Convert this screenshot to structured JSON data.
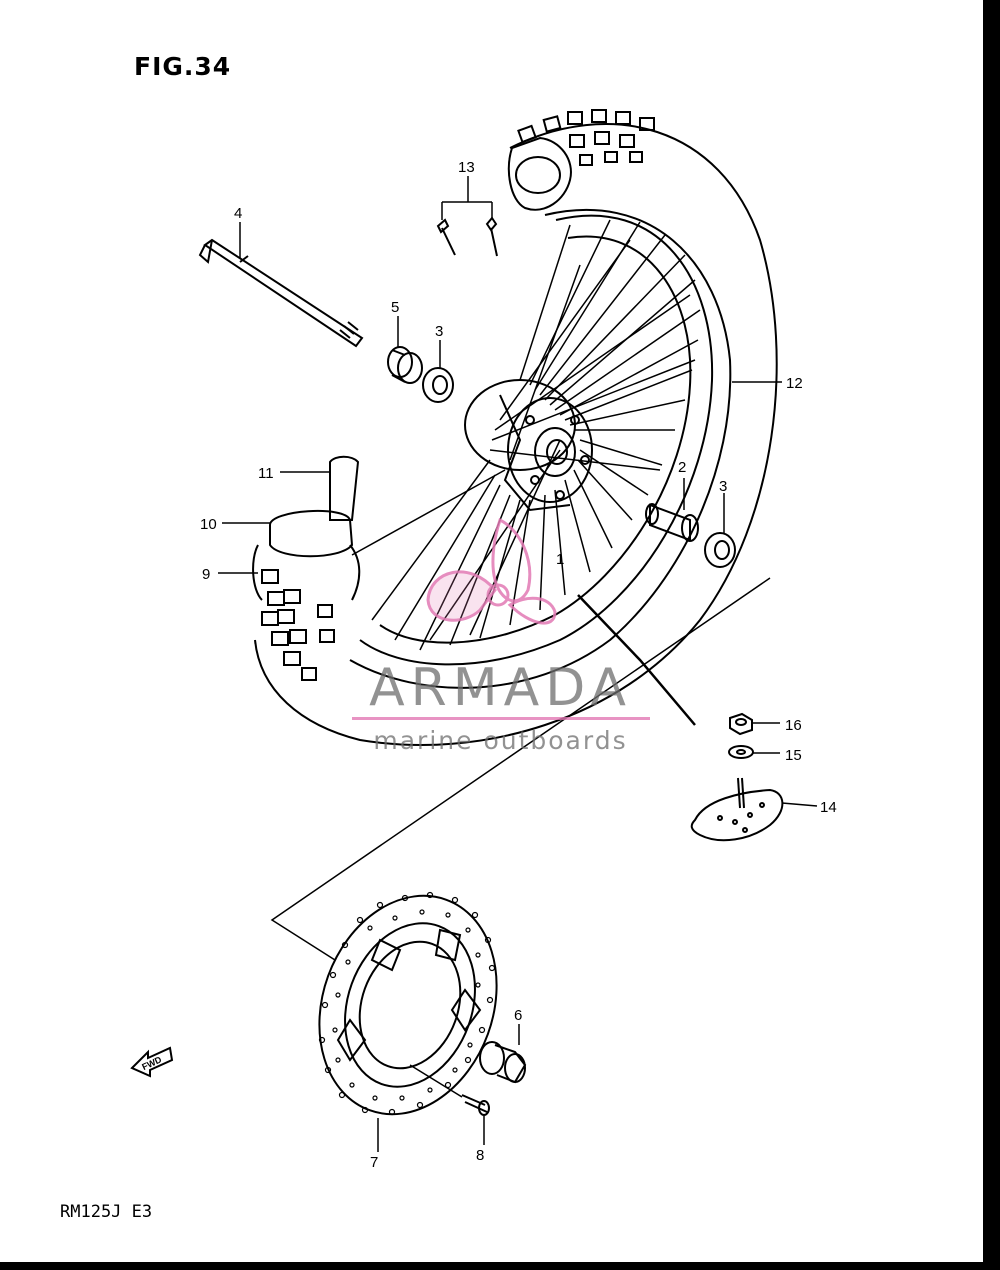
{
  "figure": {
    "title": "FIG.34",
    "model": "RM125J E3"
  },
  "watermark": {
    "brand": "ARMADA",
    "tagline": "marine outboards",
    "color": "#e27ab4"
  },
  "direction_tag": "FWD",
  "callouts": [
    {
      "id": "4",
      "text": "4"
    },
    {
      "id": "5",
      "text": "5"
    },
    {
      "id": "3a",
      "text": "3"
    },
    {
      "id": "13",
      "text": "13"
    },
    {
      "id": "12",
      "text": "12"
    },
    {
      "id": "11",
      "text": "11"
    },
    {
      "id": "10",
      "text": "10"
    },
    {
      "id": "9",
      "text": "9"
    },
    {
      "id": "2",
      "text": "2"
    },
    {
      "id": "3b",
      "text": "3"
    },
    {
      "id": "1",
      "text": "1"
    },
    {
      "id": "16",
      "text": "16"
    },
    {
      "id": "15",
      "text": "15"
    },
    {
      "id": "14",
      "text": "14"
    },
    {
      "id": "6",
      "text": "6"
    },
    {
      "id": "8",
      "text": "8"
    },
    {
      "id": "7",
      "text": "7"
    }
  ]
}
